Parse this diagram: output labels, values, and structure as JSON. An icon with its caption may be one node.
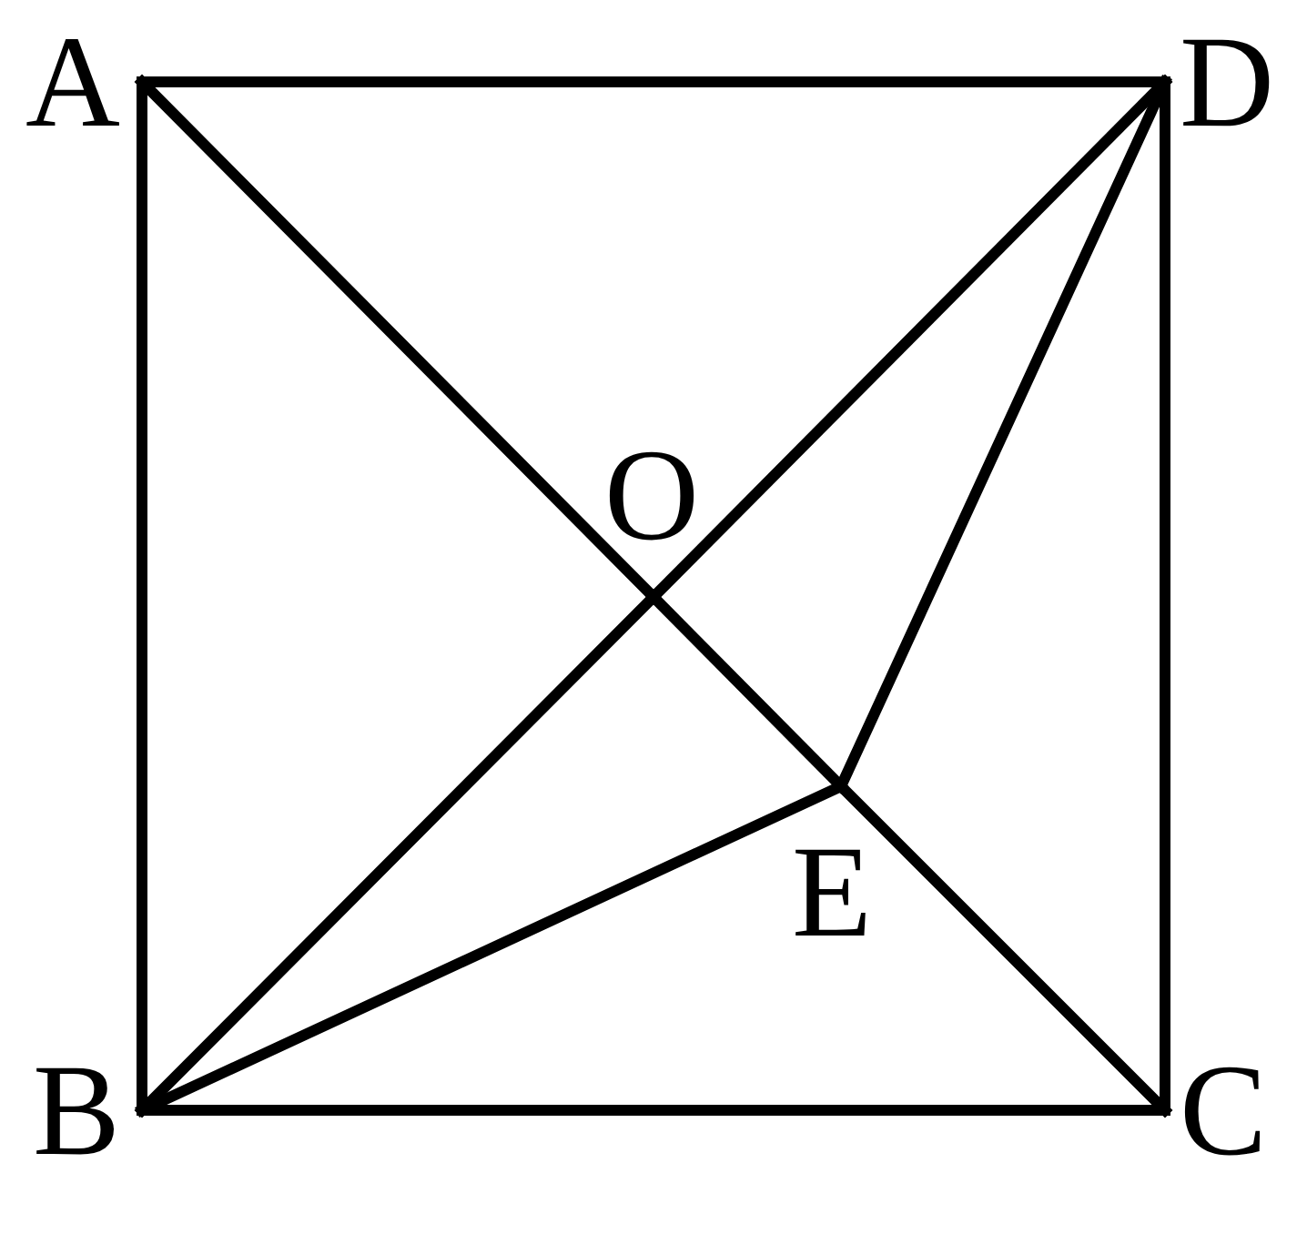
{
  "diagram": {
    "nodes": [
      {
        "text": [
          "A"
        ]
      },
      {
        "text": [
          "D"
        ]
      },
      {
        "text": [
          "O"
        ]
      },
      {
        "text": [
          "E"
        ]
      },
      {
        "text": [
          "B"
        ]
      },
      {
        "text": [
          "C"
        ]
      }
    ],
    "edges": [
      {
        "from": 0,
        "to": 1,
        "arrow": "none"
      },
      {
        "from": 0,
        "to": 4,
        "arrow": "none"
      },
      {
        "from": 4,
        "to": 5,
        "arrow": "none"
      },
      {
        "from": 1,
        "to": 5,
        "arrow": "none"
      },
      {
        "from": 0,
        "to": 2,
        "arrow": "none"
      },
      {
        "from": 2,
        "to": 3,
        "arrow": "none"
      },
      {
        "from": 3,
        "to": 5,
        "arrow": "none"
      },
      {
        "from": 4,
        "to": 2,
        "arrow": "none"
      },
      {
        "from": 2,
        "to": 1,
        "arrow": "none"
      },
      {
        "from": 4,
        "to": 3,
        "arrow": "none"
      },
      {
        "from": 1,
        "to": 3,
        "arrow": "none"
      }
    ]
  }
}
